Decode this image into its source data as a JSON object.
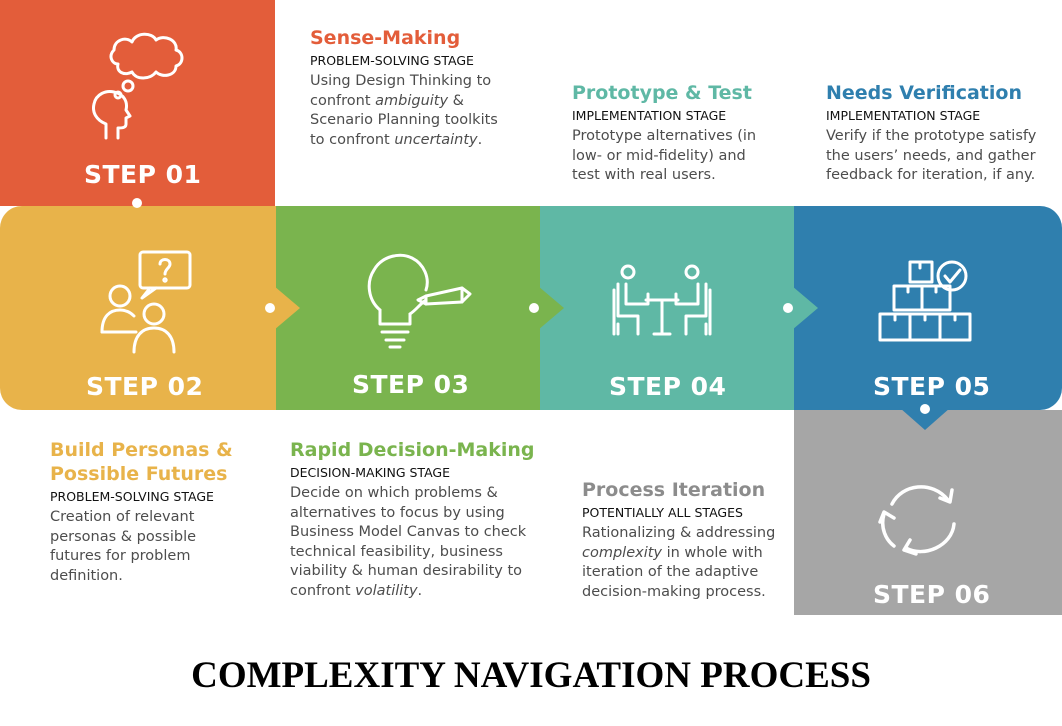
{
  "colors": {
    "step01": "#e35d3a",
    "step02": "#e8b34a",
    "step03": "#7ab44e",
    "step04": "#5fb8a5",
    "step05": "#2f7fae",
    "step06": "#a6a6a6"
  },
  "steps": [
    {
      "label": "STEP 01",
      "icon": "thought-head-icon"
    },
    {
      "label": "STEP 02",
      "icon": "people-question-icon"
    },
    {
      "label": "STEP 03",
      "icon": "lightbulb-pencil-icon"
    },
    {
      "label": "STEP 04",
      "icon": "meeting-table-icon"
    },
    {
      "label": "STEP 05",
      "icon": "boxes-check-icon"
    },
    {
      "label": "STEP 06",
      "icon": "cycle-arrows-icon"
    }
  ],
  "descriptions": {
    "step01": {
      "title": "Sense-Making",
      "stage": "PROBLEM-SOLVING STAGE",
      "line1": "Using Design Thinking to",
      "line2a": "confront ",
      "line2em": "ambiguity",
      "line2b": " &",
      "line3": "Scenario Planning toolkits",
      "line4a": "to confront ",
      "line4em": "uncertainty",
      "line4b": "."
    },
    "step02": {
      "title1": "Build Personas &",
      "title2": "Possible Futures",
      "stage": "PROBLEM-SOLVING STAGE",
      "line1": "Creation of relevant",
      "line2": "personas & possible",
      "line3": "futures for problem",
      "line4": "definition."
    },
    "step03": {
      "title": "Rapid Decision-Making",
      "stage": "DECISION-MAKING STAGE",
      "line1": "Decide on which problems &",
      "line2": "alternatives to focus by using",
      "line3": "Business Model Canvas to check",
      "line4": "technical feasibility, business",
      "line5": "viability & human desirability to",
      "line6a": "confront ",
      "line6em": "volatility",
      "line6b": "."
    },
    "step04": {
      "title": "Prototype & Test",
      "stage": "IMPLEMENTATION STAGE",
      "line1": "Prototype alternatives (in",
      "line2": "low- or mid-fidelity) and",
      "line3": "test with real users."
    },
    "step05": {
      "title": "Needs Verification",
      "stage": "IMPLEMENTATION STAGE",
      "line1": "Verify if the prototype satisfy",
      "line2": "the users’ needs, and gather",
      "line3": "feedback for iteration, if any."
    },
    "step06": {
      "title": "Process Iteration",
      "stage": "POTENTIALLY ALL STAGES",
      "line1": "Rationalizing & addressing",
      "line2em": "complexity",
      "line2b": " in whole with",
      "line3": "iteration of the adaptive",
      "line4": "decision-making process."
    }
  },
  "footer_title": "COMPLEXITY NAVIGATION PROCESS"
}
